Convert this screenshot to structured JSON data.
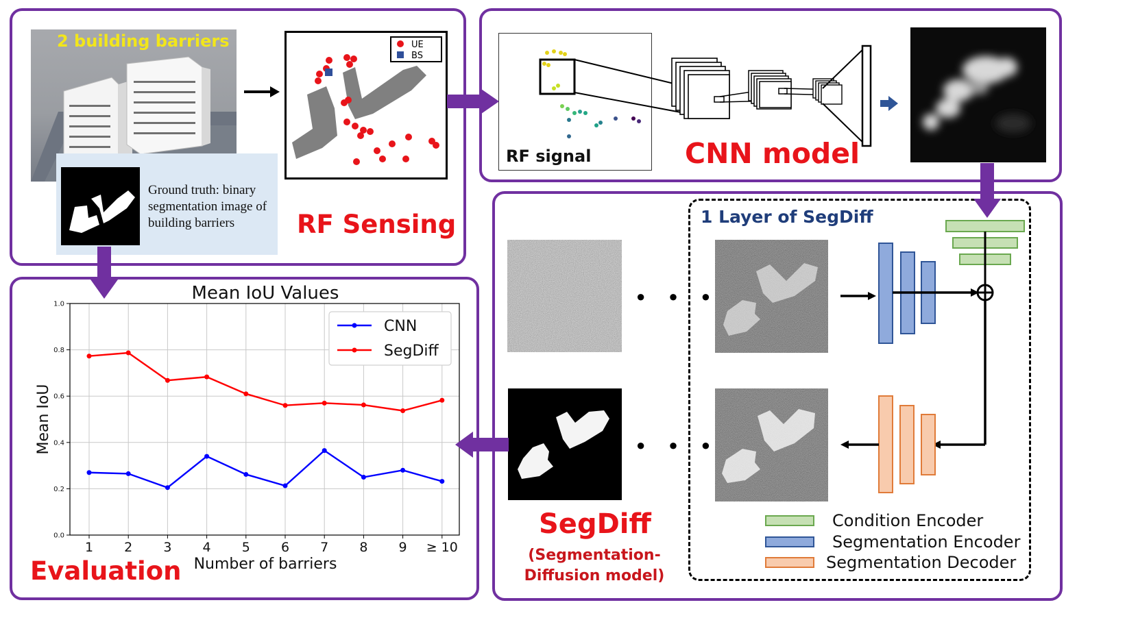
{
  "rf_panel": {
    "photo_title": "2 building barriers",
    "map_legend": [
      {
        "label": "UE",
        "color": "#e8141a",
        "shape": "circle"
      },
      {
        "label": "BS",
        "color": "#2f4f9a",
        "shape": "square"
      }
    ],
    "ground_truth_text": [
      "Ground truth: binary",
      "segmentation image of",
      "building barriers"
    ],
    "heading": "RF Sensing"
  },
  "cnn_panel": {
    "signal_label": "RF signal",
    "heading": "CNN model"
  },
  "segdiff_panel": {
    "layer_title": "1 Layer of SegDiff",
    "dots": "● ● ●",
    "heading": "SegDiff",
    "subheading_line1": "(Segmentation-",
    "subheading_line2": "Diffusion model)",
    "legend": [
      {
        "label": "Condition Encoder",
        "fill": "#c6e0b4",
        "stroke": "#6aa84f"
      },
      {
        "label": "Segmentation Encoder",
        "fill": "#8faadc",
        "stroke": "#2f5597"
      },
      {
        "label": "Segmentation Decoder",
        "fill": "#f8cbad",
        "stroke": "#e07b39"
      }
    ]
  },
  "eval_panel": {
    "heading": "Evaluation"
  },
  "colors": {
    "panel_border": "#7030a0",
    "arrow": "#7030a0",
    "heading_red": "#e8141a",
    "cnn_line": "#0000ff",
    "segdiff_line": "#ff0000"
  },
  "chart_data": {
    "type": "line",
    "title": "Mean IoU Values",
    "xlabel": "Number of barriers",
    "ylabel": "Mean IoU",
    "categories": [
      "1",
      "2",
      "3",
      "4",
      "5",
      "6",
      "7",
      "8",
      "9",
      "≥ 10"
    ],
    "ylim": [
      0.0,
      1.0
    ],
    "yticks": [
      "0.0",
      "0.2",
      "0.4",
      "0.6",
      "0.8",
      "1.0"
    ],
    "grid": true,
    "legend_position": "top-right",
    "series": [
      {
        "name": "CNN",
        "color": "#0000ff",
        "values": [
          0.27,
          0.265,
          0.205,
          0.34,
          0.262,
          0.213,
          0.365,
          0.25,
          0.28,
          0.232
        ]
      },
      {
        "name": "SegDiff",
        "color": "#ff0000",
        "values": [
          0.773,
          0.787,
          0.668,
          0.683,
          0.61,
          0.56,
          0.57,
          0.562,
          0.537,
          0.582
        ]
      }
    ]
  }
}
